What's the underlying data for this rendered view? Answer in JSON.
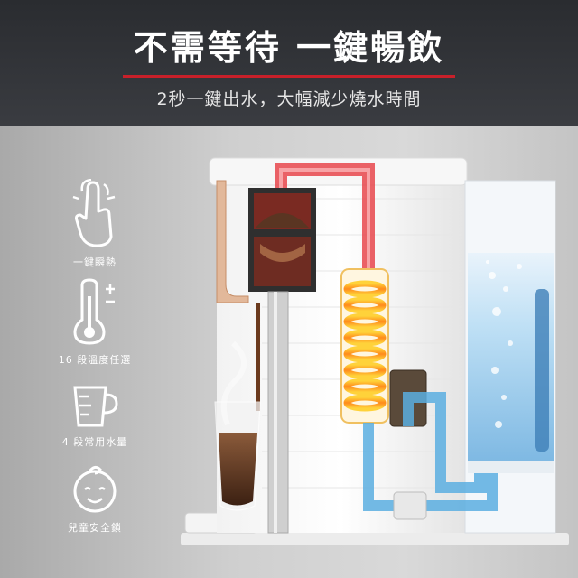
{
  "header": {
    "title": "不需等待 一鍵暢飲",
    "subtitle": "2秒一鍵出水，大幅減少燒水時間"
  },
  "features": [
    {
      "icon": "tap-hand-icon",
      "label": "一鍵瞬熱"
    },
    {
      "icon": "thermometer-icon",
      "label": "16 段溫度任選"
    },
    {
      "icon": "measuring-cup-icon",
      "label": "4 段常用水量"
    },
    {
      "icon": "baby-face-icon",
      "label": "兒童安全鎖"
    }
  ],
  "colors": {
    "header_bg": "#2a2c30",
    "accent_red": "#c8202a",
    "hot_pipe": "#e8474c",
    "cold_pipe": "#5aaee0",
    "heater": "#ffb020"
  }
}
